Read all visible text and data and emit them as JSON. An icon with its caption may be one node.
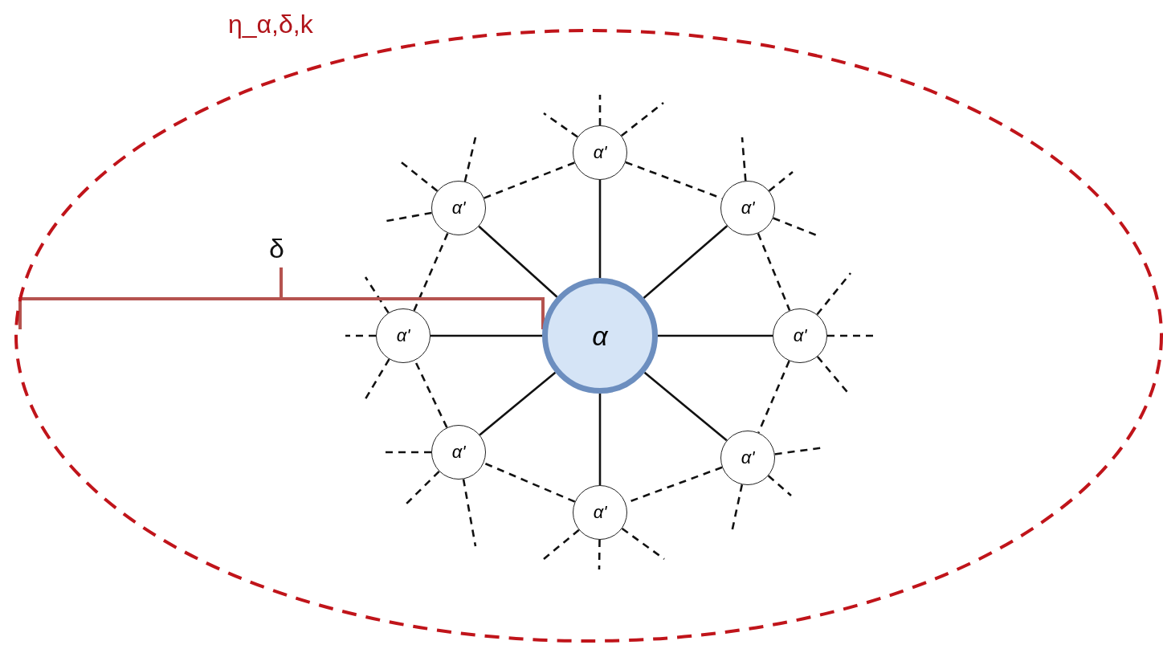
{
  "diagram": {
    "nodes": [
      {
        "text": [
          "η_α,δ,k"
        ]
      },
      {
        "text": [
          "α"
        ],
        "in": 0
      },
      {
        "text": [
          "α'"
        ],
        "in": 0
      },
      {
        "text": [
          "α'"
        ],
        "in": 0
      },
      {
        "text": [
          "α'"
        ],
        "in": 0
      },
      {
        "text": [
          "α'"
        ],
        "in": 0
      },
      {
        "text": [
          "α'"
        ],
        "in": 0
      },
      {
        "text": [
          "α'"
        ],
        "in": 0
      },
      {
        "text": [
          "α'"
        ],
        "in": 0
      },
      {
        "text": [
          "α'"
        ],
        "in": 0
      }
    ],
    "edges": [
      {
        "from": 1,
        "to": 2,
        "arrow": "none"
      },
      {
        "from": 1,
        "to": 3,
        "arrow": "none"
      },
      {
        "from": 1,
        "to": 4,
        "arrow": "none"
      },
      {
        "from": 1,
        "to": 5,
        "arrow": "none"
      },
      {
        "from": 1,
        "to": 6,
        "arrow": "none"
      },
      {
        "from": 1,
        "to": 7,
        "arrow": "none"
      },
      {
        "from": 1,
        "to": 8,
        "arrow": "none"
      },
      {
        "from": 1,
        "to": 9,
        "arrow": "none"
      },
      {
        "from": 2,
        "to": 3,
        "arrow": "none",
        "style": "dashed"
      },
      {
        "from": 3,
        "to": 4,
        "arrow": "none",
        "style": "dashed"
      },
      {
        "from": 4,
        "to": 5,
        "arrow": "none",
        "style": "dashed"
      },
      {
        "from": 5,
        "to": 6,
        "arrow": "none",
        "style": "dashed"
      },
      {
        "from": 6,
        "to": 7,
        "arrow": "none",
        "style": "dashed"
      },
      {
        "from": 7,
        "to": 8,
        "arrow": "none",
        "style": "dashed"
      },
      {
        "from": 8,
        "to": 9,
        "arrow": "none",
        "style": "dashed"
      },
      {
        "from": 9,
        "to": 2,
        "arrow": "none",
        "style": "dashed"
      },
      {
        "from": 2,
        "to": null,
        "arrow": "none",
        "style": "dashed"
      },
      {
        "from": 2,
        "to": null,
        "arrow": "none",
        "style": "dashed"
      },
      {
        "from": 2,
        "to": null,
        "arrow": "none",
        "style": "dashed"
      },
      {
        "from": 3,
        "to": null,
        "arrow": "none",
        "style": "dashed"
      },
      {
        "from": 3,
        "to": null,
        "arrow": "none",
        "style": "dashed"
      },
      {
        "from": 3,
        "to": null,
        "arrow": "none",
        "style": "dashed"
      },
      {
        "from": 4,
        "to": null,
        "arrow": "none",
        "style": "dashed"
      },
      {
        "from": 4,
        "to": null,
        "arrow": "none",
        "style": "dashed"
      },
      {
        "from": 4,
        "to": null,
        "arrow": "none",
        "style": "dashed"
      },
      {
        "from": 5,
        "to": null,
        "arrow": "none",
        "style": "dashed"
      },
      {
        "from": 5,
        "to": null,
        "arrow": "none",
        "style": "dashed"
      },
      {
        "from": 5,
        "to": null,
        "arrow": "none",
        "style": "dashed"
      },
      {
        "from": 6,
        "to": null,
        "arrow": "none",
        "style": "dashed"
      },
      {
        "from": 6,
        "to": null,
        "arrow": "none",
        "style": "dashed"
      },
      {
        "from": 6,
        "to": null,
        "arrow": "none",
        "style": "dashed"
      },
      {
        "from": 7,
        "to": null,
        "arrow": "none",
        "style": "dashed"
      },
      {
        "from": 7,
        "to": null,
        "arrow": "none",
        "style": "dashed"
      },
      {
        "from": 7,
        "to": null,
        "arrow": "none",
        "style": "dashed"
      },
      {
        "from": 8,
        "to": null,
        "arrow": "none",
        "style": "dashed"
      },
      {
        "from": 8,
        "to": null,
        "arrow": "none",
        "style": "dashed"
      },
      {
        "from": 8,
        "to": null,
        "arrow": "none",
        "style": "dashed"
      },
      {
        "from": 9,
        "to": null,
        "arrow": "none",
        "style": "dashed"
      },
      {
        "from": 9,
        "to": null,
        "arrow": "none",
        "style": "dashed"
      },
      {
        "from": 9,
        "to": null,
        "arrow": "none",
        "style": "dashed"
      }
    ],
    "labels": [
      "δ"
    ]
  }
}
